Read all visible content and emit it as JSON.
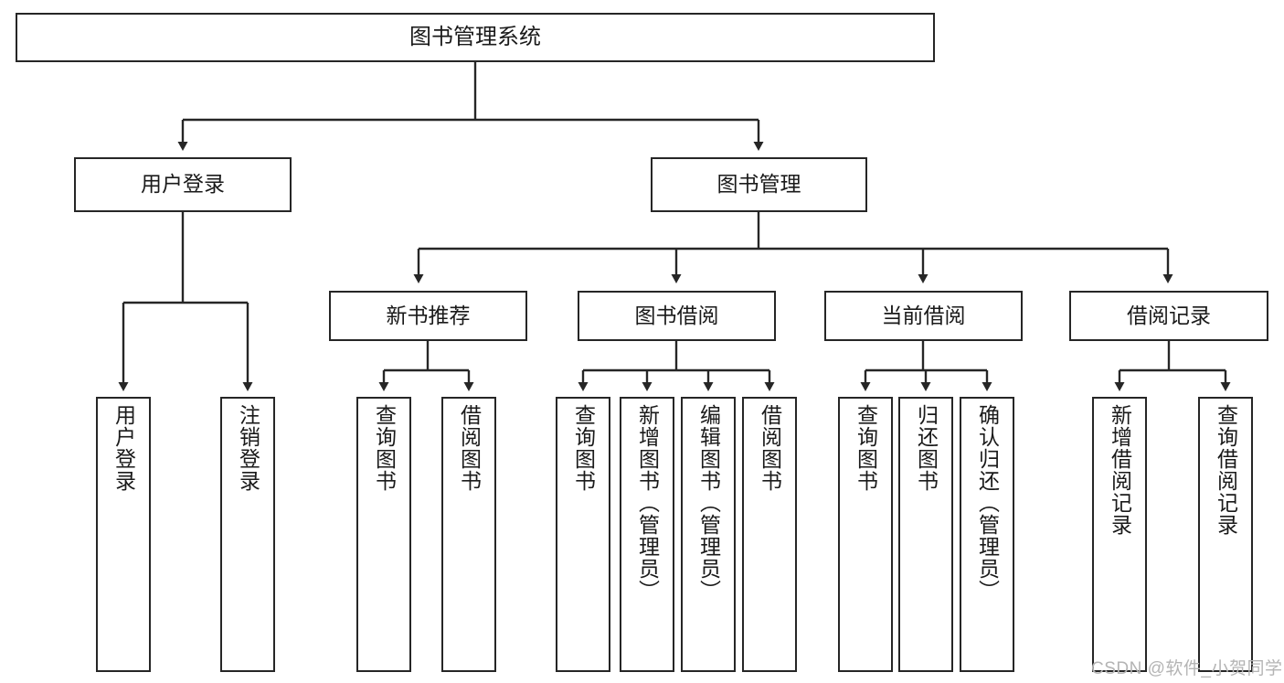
{
  "diagram": {
    "title": "图书管理系统",
    "root": {
      "label": "图书管理系统"
    },
    "level2": [
      {
        "label": "用户登录"
      },
      {
        "label": "图书管理"
      }
    ],
    "level3": [
      {
        "label": "新书推荐"
      },
      {
        "label": "图书借阅"
      },
      {
        "label": "当前借阅"
      },
      {
        "label": "借阅记录"
      }
    ],
    "leaves": {
      "user_login": [
        {
          "label": "用户登录"
        },
        {
          "label": "注销登录"
        }
      ],
      "new_book_recommend": [
        {
          "label": "查询图书"
        },
        {
          "label": "借阅图书"
        }
      ],
      "book_borrow": [
        {
          "label": "查询图书"
        },
        {
          "label": "新增图书（管理员）"
        },
        {
          "label": "编辑图书（管理员）"
        },
        {
          "label": "借阅图书"
        }
      ],
      "current_borrow": [
        {
          "label": "查询图书"
        },
        {
          "label": "归还图书"
        },
        {
          "label": "确认归还（管理员）"
        }
      ],
      "borrow_record": [
        {
          "label": "新增借阅记录"
        },
        {
          "label": "查询借阅记录"
        }
      ]
    }
  },
  "watermark": {
    "text": "CSDN @软件_小贺同学"
  },
  "colors": {
    "stroke": "#262626",
    "background": "#ffffff",
    "text": "#1a1a1a",
    "watermark": "#b4b4b4"
  }
}
